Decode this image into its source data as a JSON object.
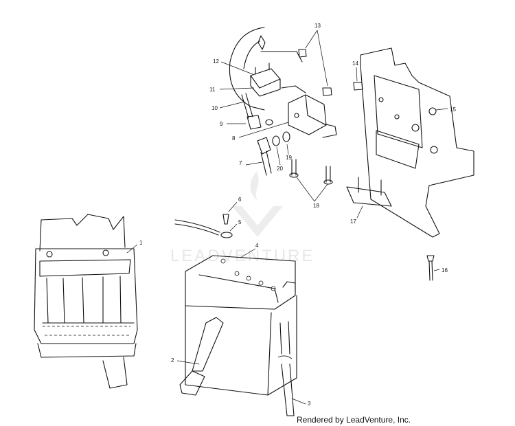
{
  "watermark": {
    "text": "LEADVENTURE"
  },
  "credit": "Rendered by LeadVenture, Inc.",
  "callouts": [
    "1",
    "2",
    "3",
    "4",
    "5",
    "6",
    "7",
    "8",
    "9",
    "10",
    "11",
    "12",
    "13",
    "14",
    "15",
    "16",
    "17",
    "18",
    "19",
    "20"
  ]
}
